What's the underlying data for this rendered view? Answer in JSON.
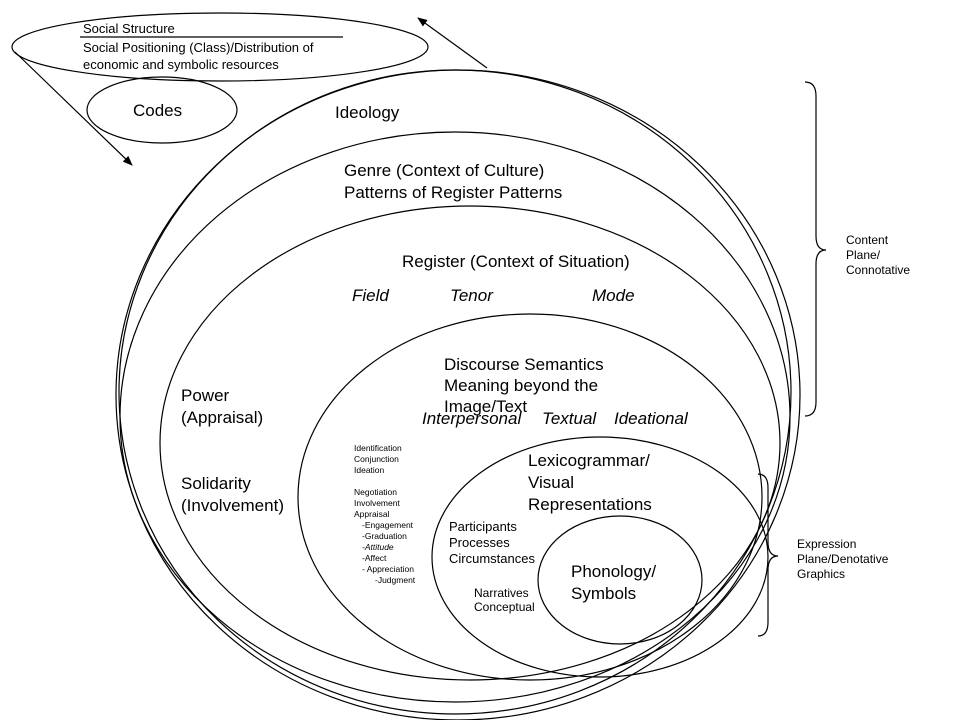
{
  "social": {
    "title": "Social Structure",
    "line1": "Social Positioning (Class)/Distribution of",
    "line2": "economic and symbolic resources"
  },
  "codes": "Codes",
  "ideology": "Ideology",
  "genre": {
    "line1": "Genre (Context of Culture)",
    "line2": "Patterns of Register Patterns"
  },
  "register": {
    "title": "Register (Context of Situation)",
    "field": "Field",
    "tenor": "Tenor",
    "mode": "Mode"
  },
  "power": {
    "line1": "Power",
    "line2": "(Appraisal)"
  },
  "solidarity": {
    "line1": "Solidarity",
    "line2": "(Involvement)"
  },
  "discourse": {
    "line1": "Discourse Semantics",
    "line2": "Meaning beyond the",
    "line3": "Image/Text",
    "interpersonal": "Interpersonal",
    "textual": "Textual",
    "ideational": "Ideational"
  },
  "small_list": [
    "Identification",
    "Conjunction",
    "Ideation",
    "Negotiation",
    "Involvement",
    "Appraisal",
    "-Engagement",
    "-Graduation",
    "-Attitude",
    "-Affect",
    "- Appreciation",
    "-Judgment"
  ],
  "lexico": {
    "line1": "Lexicogrammar/",
    "line2": "Visual",
    "line3": "Representations",
    "participants": "Participants",
    "processes": "Processes",
    "circumstances": "Circumstances",
    "narratives": "Narratives",
    "conceptual": "Conceptual"
  },
  "phonology": {
    "line1": "Phonology/",
    "line2": "Symbols"
  },
  "content_plane": {
    "line1": "Content",
    "line2": "Plane/",
    "line3": "Connotative"
  },
  "expression_plane": {
    "line1": "Expression",
    "line2": "Plane/Denotative",
    "line3": "Graphics"
  }
}
